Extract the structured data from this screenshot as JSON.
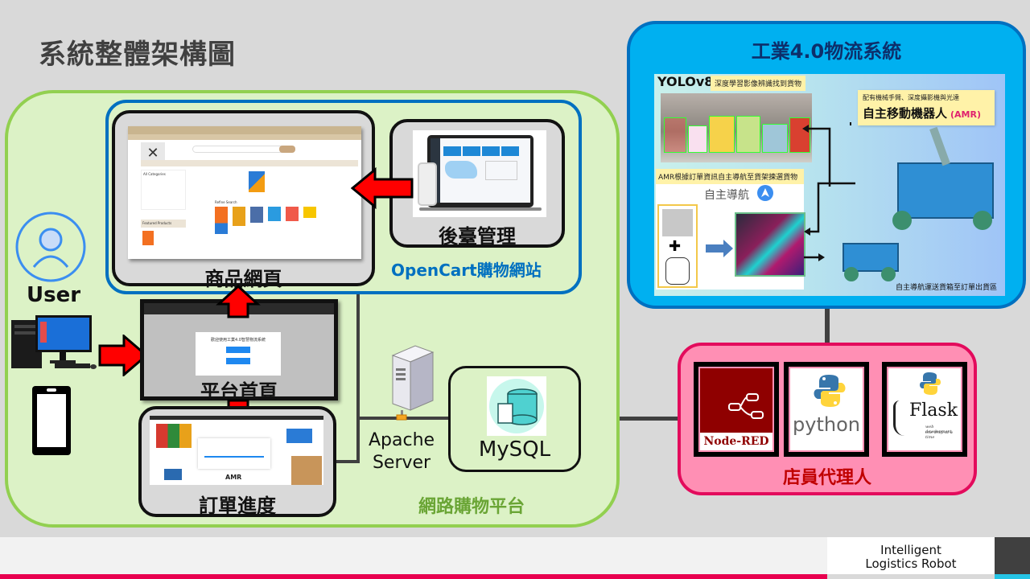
{
  "title": "系統整體架構圖",
  "platform": {
    "label": "網路購物平台",
    "opencart": {
      "label": "OpenCart購物網站",
      "product_page": {
        "label": "商品網頁",
        "shot_texts": [
          "All Categories",
          "Featured Products",
          "Refine Search"
        ]
      },
      "admin": {
        "label": "後臺管理"
      }
    },
    "home": {
      "label": "平台首頁",
      "welcome": "歡迎使用工業4.0智慧物流系統"
    },
    "order": {
      "label": "訂單進度",
      "amr_text": "AMR"
    },
    "user": {
      "label": "User",
      "devices": [
        "desktop-computer",
        "smartphone"
      ]
    },
    "apache": {
      "line1": "Apache",
      "line2": "Server"
    },
    "mysql": {
      "label": "MySQL"
    }
  },
  "industry": {
    "title": "工業4.0物流系統",
    "yolo": {
      "label": "YOLOv8",
      "desc": "深度學習影像辨識找到貨物"
    },
    "amr": {
      "desc": "配有機械手臂、深度攝影機與光達",
      "title": "自主移動機器人",
      "tag": "(AMR)"
    },
    "nav": {
      "desc": "AMR根據訂單資訊自主導航至貨架揀選貨物",
      "title": "自主導航"
    },
    "footer": "自主導航運送貨箱至訂單出貨區"
  },
  "clerk": {
    "label": "店員代理人",
    "logos": [
      {
        "name": "Node-RED",
        "text": "Node-RED"
      },
      {
        "name": "python",
        "text": "python"
      },
      {
        "name": "Flask",
        "text": "Flask",
        "sub1": "web development,",
        "sub2": "one drop at a time"
      }
    ]
  },
  "footer": {
    "brand_line1": "Intelligent",
    "brand_line2": "Logistics Robot"
  },
  "colors": {
    "platform": "#92d050",
    "opencart": "#0070c0",
    "industry": "#00b0f0",
    "clerk": "#e30b5c",
    "arrow": "#ff0000"
  }
}
